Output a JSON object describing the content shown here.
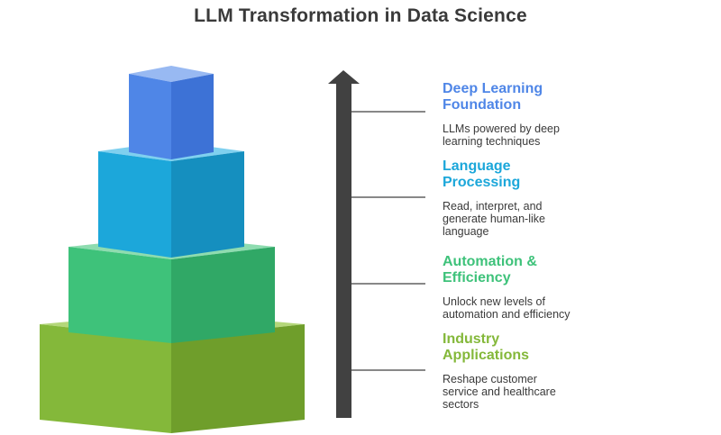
{
  "title": "LLM Transformation in Data Science",
  "colors": {
    "tier1": "#4f86e7",
    "tier2": "#1ca7da",
    "tier3": "#3ec27a",
    "tier4": "#84b83a",
    "arrow": "#414141",
    "leader": "#414141"
  },
  "levels": [
    {
      "heading_line1": "Deep Learning",
      "heading_line2": "Foundation",
      "desc_line1": "LLMs powered by deep",
      "desc_line2": "learning techniques",
      "desc_line3": "",
      "color": "#4f86e7"
    },
    {
      "heading_line1": "Language",
      "heading_line2": "Processing",
      "desc_line1": "Read, interpret, and",
      "desc_line2": "generate human-like",
      "desc_line3": "language",
      "color": "#1ca7da"
    },
    {
      "heading_line1": "Automation &",
      "heading_line2": "Efficiency",
      "desc_line1": "Unlock new levels of",
      "desc_line2": "automation and efficiency",
      "desc_line3": "",
      "color": "#3ec27a"
    },
    {
      "heading_line1": "Industry",
      "heading_line2": "Applications",
      "desc_line1": "Reshape customer",
      "desc_line2": "service and healthcare",
      "desc_line3": "sectors",
      "color": "#84b83a"
    }
  ]
}
